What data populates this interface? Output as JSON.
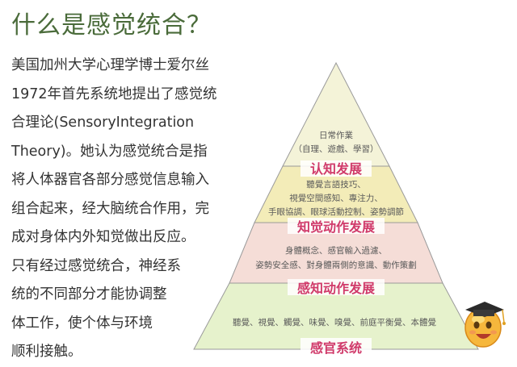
{
  "title": "什么是感觉统合？",
  "description_lines": [
    "美国加州大学心理学博士爱尔丝",
    "1972年首先系统地提出了感觉统",
    "合理论(SensoryIntegration",
    "Theory)。她认为感觉统合是指",
    "将人体器官各部分感觉信息输入",
    "组合起来，经大脑统合作用，完",
    "成对身体内外知觉做出反应。",
    "只有经过感觉统合，神经系",
    "统的不同部分才能协调整",
    "体工作，使个体与环境",
    "顺利接触。"
  ],
  "pyramid": {
    "tiers": [
      {
        "label": "认知发展",
        "lines": [
          "日常作業",
          "（自理、遊戲、學習）"
        ],
        "color": "#f4f3d8"
      },
      {
        "label": "知觉动作发展",
        "lines": [
          "聽覺言語技巧、",
          "視覺空間感知、專注力、",
          "手眼協調、眼球活動控制、姿勢調節"
        ],
        "color": "#f3ecb8"
      },
      {
        "label": "感知动作发展",
        "lines": [
          "身體概念、感官輸入過濾、",
          "姿勢安全感、對身體兩側的意識、動作策劃"
        ],
        "color": "#f5ddd7"
      },
      {
        "label": "感官系统",
        "lines": [
          "聽覺、視覺、觸覺、味覺、嗅覺、前庭平衡覺、本體覺"
        ],
        "color": "#e6f2cc"
      }
    ]
  },
  "mascot_icon": "graduate-smiley-icon"
}
